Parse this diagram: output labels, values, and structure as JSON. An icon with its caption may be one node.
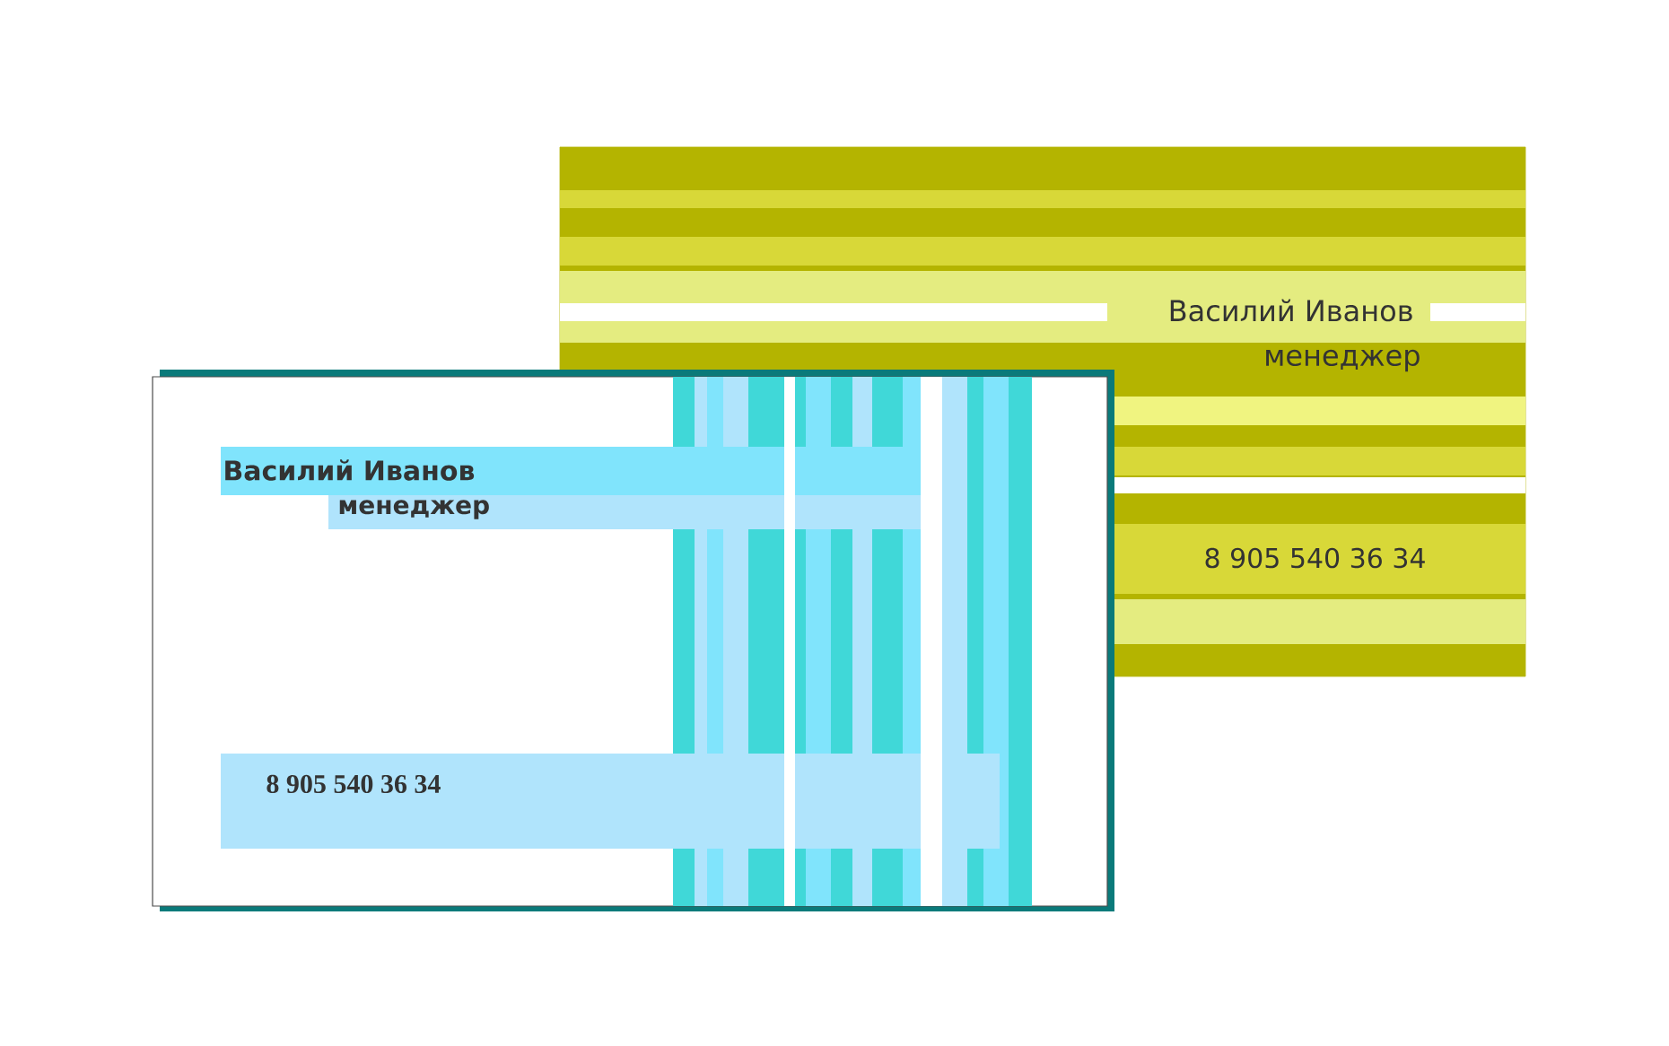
{
  "diagram": {
    "nodes": [
      {
        "text": [
          "Василий Иванов",
          "менеджер",
          "8 905 540 36 34"
        ]
      },
      {
        "text": [
          "Василий Иванов",
          "менеджер",
          "8 905 540 36 34"
        ]
      }
    ]
  }
}
